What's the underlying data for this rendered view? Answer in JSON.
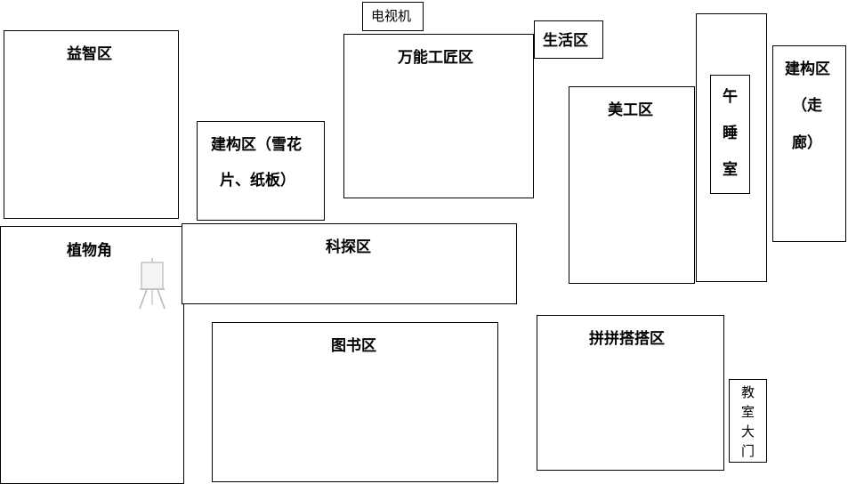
{
  "zones": {
    "puzzle": "益智区",
    "building_snowflake_line1": "建构区（雪花",
    "building_snowflake_line2": "片、纸板）",
    "tv": "电视机",
    "craftsman": "万能工匠区",
    "life": "生活区",
    "art": "美工区",
    "nap_room": [
      "午",
      "睡",
      "室"
    ],
    "building_corridor_line1": "建构区",
    "building_corridor_line2": "（走",
    "building_corridor_line3": "廊）",
    "plant_corner": "植物角",
    "science": "科探区",
    "library": "图书区",
    "lego": "拼拼搭搭区",
    "classroom_door": [
      "教",
      "室",
      "大",
      "门"
    ]
  }
}
